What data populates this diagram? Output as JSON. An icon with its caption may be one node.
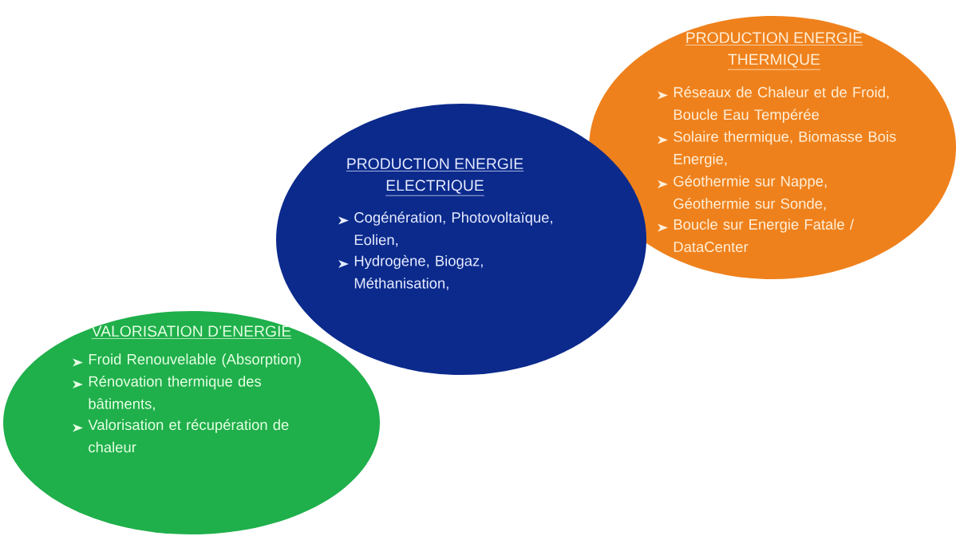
{
  "diagram": {
    "nodes": [
      {
        "text": [
          "VALORISATION D’ENERGIE",
          "Froid Renouvelable (Absorption)",
          "Rénovation thermique des bâtiments,",
          "Valorisation et récupération de chaleur"
        ]
      },
      {
        "text": [
          "PRODUCTION ENERGIE ELECTRIQUE",
          "Cogénération, Photovoltaïque, Eolien,",
          "Hydrogène, Biogaz, Méthanisation,"
        ]
      },
      {
        "text": [
          "PRODUCTION ENERGIE THERMIQUE",
          "Réseaux de Chaleur et de Froid, Boucle Eau Tempérée",
          "Solaire thermique, Biomasse Bois Energie,",
          "Géothermie sur Nappe, Géothermie sur Sonde,",
          "Boucle sur Energie Fatale / DataCenter"
        ]
      }
    ]
  }
}
